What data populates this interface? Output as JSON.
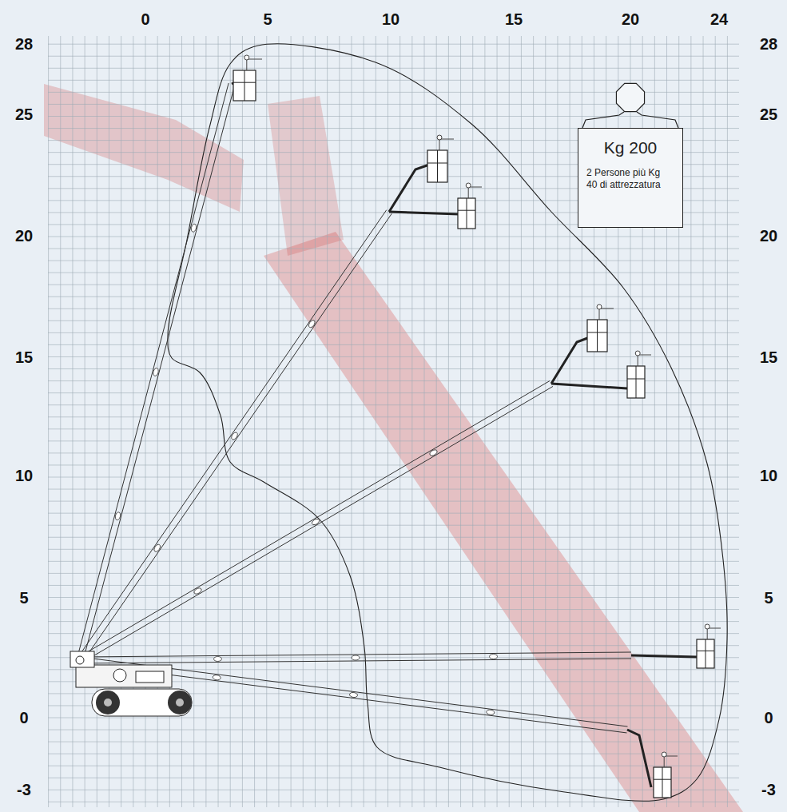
{
  "diagram": {
    "nodes": [
      {
        "text": [
          "Kg 200",
          "2 Persone più Kg 40 di attrezzatura"
        ]
      }
    ],
    "labels": [
      "0",
      "5",
      "10",
      "15",
      "20",
      "24",
      "28",
      "25",
      "20",
      "15",
      "10",
      "5",
      "0",
      "-3",
      "28",
      "25",
      "20",
      "15",
      "10",
      "5",
      "0",
      "-3"
    ]
  }
}
